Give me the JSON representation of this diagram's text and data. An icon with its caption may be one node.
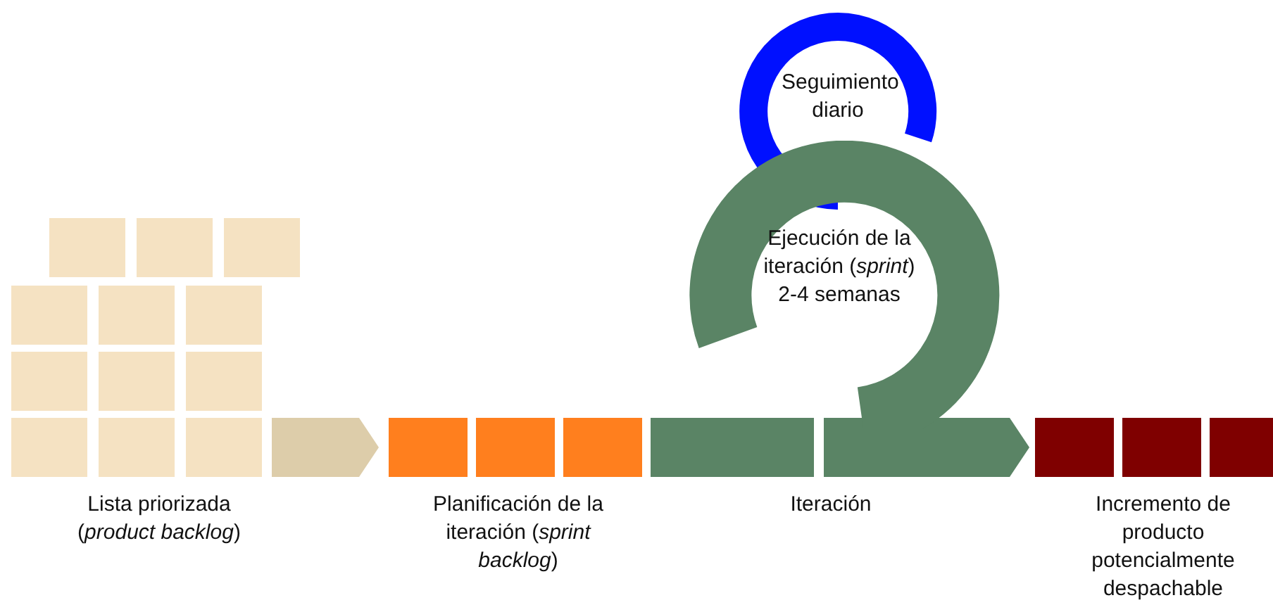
{
  "diagram": {
    "nodes": [
      {
        "text": [
          "Seguimiento diario"
        ]
      },
      {
        "text": [
          "Ejecución de la iteración (*sprint*) 2-4 semanas"
        ]
      }
    ],
    "labels": [
      "Lista priorizada (*product backlog*)",
      "Planificación de la iteración (*sprint backlog*)",
      "Iteración",
      "Incremento de producto potencialmente despachable"
    ]
  }
}
